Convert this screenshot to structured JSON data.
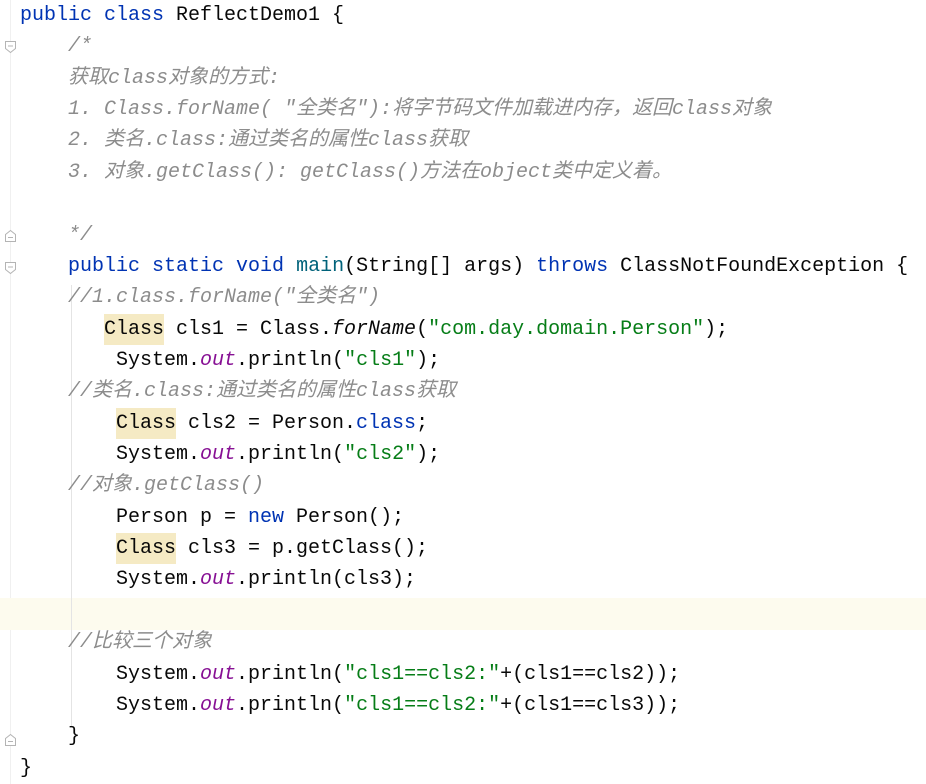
{
  "theme": {
    "keyword": "#0033b3",
    "method_declaration": "#00627a",
    "string": "#067d17",
    "comment": "#8c8c8c",
    "static_field": "#871094",
    "plain": "#080808",
    "usage_highlight": "#f5eac4",
    "caret_row": "#fdfbee",
    "background": "#ffffff"
  },
  "gutter": {
    "fold_icons": [
      "fold-start-icon",
      "fold-end-icon",
      "fold-start-icon",
      "fold-end-icon"
    ]
  },
  "editor": {
    "lines": [
      [
        "public class",
        " ReflectDemo1 {"
      ],
      [
        "/*"
      ],
      [
        "获取class对象的方式:"
      ],
      [
        "1. Class.forName( \"全类名\"):将字节码文件加载进内存，返回class对象"
      ],
      [
        "2. 类名.class:通过类名的属性class获取"
      ],
      [
        "3. 对象.getClass(): getClass()方法在object类中定义着。"
      ],
      [],
      [
        "*/"
      ],
      [
        "public static void",
        " ",
        "main",
        "(String[] args) ",
        "throws",
        " ClassNotFoundException {"
      ],
      [
        "//1.class.forName(\"全类名\")"
      ],
      [
        "Class",
        " cls1 = Class.",
        "forName",
        "(",
        "\"com.day.domain.Person\"",
        ");"
      ],
      [
        "System.",
        "out",
        ".println(",
        "\"cls1\"",
        ");"
      ],
      [
        "//类名.class:通过类名的属性class获取"
      ],
      [
        "Class",
        " cls2 = Person.",
        "class",
        ";"
      ],
      [
        "System.",
        "out",
        ".println(",
        "\"cls2\"",
        ");"
      ],
      [
        "//对象.getClass()"
      ],
      [
        "Person p = ",
        "new",
        " Person();"
      ],
      [
        "Class",
        " cls3 = p.getClass();"
      ],
      [
        "System.",
        "out",
        ".println(cls3);"
      ],
      [],
      [
        "//比较三个对象"
      ],
      [
        "System.",
        "out",
        ".println(",
        "\"cls1==cls2:\"",
        "+(cls1==cls2));"
      ],
      [
        "System.",
        "out",
        ".println(",
        "\"cls1==cls2:\"",
        "+(cls1==cls3));"
      ],
      [
        "}"
      ],
      [
        "}"
      ]
    ]
  }
}
